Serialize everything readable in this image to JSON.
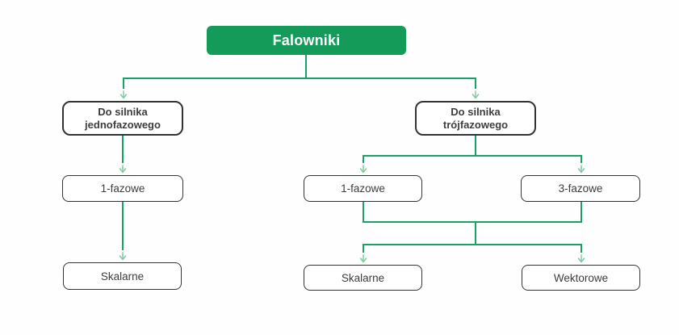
{
  "diagram_title": "Falowniki",
  "nodes": [
    {
      "id": "falowniki",
      "label": "Falowniki",
      "level": 0
    },
    {
      "id": "do-silnika-jednofazowego",
      "label": "Do silnika\njednofazowego",
      "level": 1
    },
    {
      "id": "do-silnika-trojfazowego",
      "label": "Do silnika\ntrójfazowego",
      "level": 1
    },
    {
      "id": "1-fazowe-jednofazowy",
      "label": "1-fazowe",
      "level": 2
    },
    {
      "id": "1-fazowe-trojfazowy",
      "label": "1-fazowe",
      "level": 2
    },
    {
      "id": "3-fazowe",
      "label": "3-fazowe",
      "level": 2
    },
    {
      "id": "skalarne-jednofazowy",
      "label": "Skalarne",
      "level": 3
    },
    {
      "id": "skalarne-trojfazowy",
      "label": "Skalarne",
      "level": 3
    },
    {
      "id": "wektorowe",
      "label": "Wektorowe",
      "level": 3
    }
  ],
  "edges": [
    {
      "from": "falowniki",
      "to": "do-silnika-jednofazowego"
    },
    {
      "from": "falowniki",
      "to": "do-silnika-trojfazowego"
    },
    {
      "from": "do-silnika-jednofazowego",
      "to": "1-fazowe-jednofazowy"
    },
    {
      "from": "1-fazowe-jednofazowy",
      "to": "skalarne-jednofazowy"
    },
    {
      "from": "do-silnika-trojfazowego",
      "to": "1-fazowe-trojfazowy"
    },
    {
      "from": "do-silnika-trojfazowego",
      "to": "3-fazowe"
    },
    {
      "from": "1-fazowe-trojfazowy",
      "to": "skalarne-trojfazowy"
    },
    {
      "from": "1-fazowe-trojfazowy",
      "to": "wektorowe"
    },
    {
      "from": "3-fazowe",
      "to": "skalarne-trojfazowy"
    },
    {
      "from": "3-fazowe",
      "to": "wektorowe"
    }
  ],
  "colors": {
    "brand_green": "#149b59",
    "line_green": "#18a266",
    "arrow_green": "#82c9a4",
    "box_border": "#333333",
    "text_dark": "#3d3d3d",
    "root_text": "#ffffff",
    "bg": "#fefefe"
  }
}
